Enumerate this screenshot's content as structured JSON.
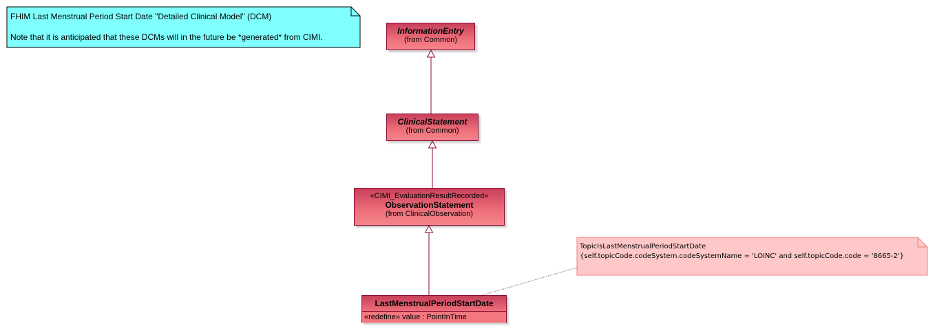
{
  "diagram": {
    "header_note": {
      "line1": "FHIM Last Menstrual Period Start Date \"Detailed Clinical Model\" (DCM)",
      "line2": "Note that it is anticipated that these DCMs will in the future be *generated* from CIMI.",
      "fill": "#80ffff"
    },
    "classes": [
      {
        "name": "InformationEntry",
        "from": "(from Common)",
        "abstract": true
      },
      {
        "name": "ClinicalStatement",
        "from": "(from Common)",
        "abstract": true
      },
      {
        "stereotype": "«CIMI_EvaluationResultRecorded»",
        "name": "ObservationStatement",
        "from": "(from ClinicalObservation)",
        "abstract": false
      },
      {
        "name": "LastMenstrualPeriodStartDate",
        "attribute": "«redefine» value : PointInTime",
        "abstract": false
      }
    ],
    "constraint_note": {
      "line1": "TopicIsLastMenstrualPeriodStartDate",
      "line2": "{self.topicCode.codeSystem.codeSystemName = 'LOINC' and self.topicCode.code = '8665-2'}",
      "fill": "#ffc8c8"
    },
    "colors": {
      "class_border": "#8b0a35",
      "class_fill": "#e65a6e"
    }
  }
}
